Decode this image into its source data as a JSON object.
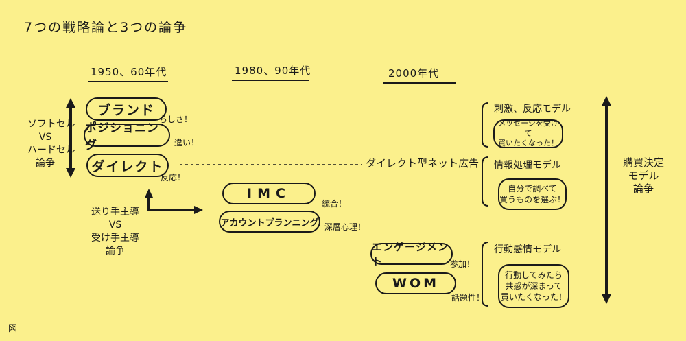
{
  "title": "7つの戦略論と3つの論争",
  "figure_label": "図",
  "eras": [
    "1950、60年代",
    "1980、90年代",
    "2000年代"
  ],
  "left_axis_label": [
    "ソフトセル",
    "VS",
    "ハードセル",
    "論争"
  ],
  "left_lower_label": [
    "送り手主導",
    "VS",
    "受け手主導",
    "論争"
  ],
  "right_axis_label": [
    "購買決定",
    "モデル",
    "論争"
  ],
  "pills": {
    "brand": "ブランド",
    "positioning": "ポジショニング",
    "direct": "ダイレクト",
    "imc": "IMC",
    "account_planning": "アカウントプランニング",
    "engagement": "エンゲージメント",
    "wom": "WOM"
  },
  "notes": {
    "brand": "らしさ！",
    "positioning": "違い！",
    "direct": "反応！",
    "imc": "統合！",
    "account_planning": "深層心理！",
    "engagement": "参加！",
    "wom": "話題性！"
  },
  "direct_net_ad": "ダイレクト型ネット広告",
  "models": {
    "stimulus": "刺激、反応モデル",
    "info": "情報処理モデル",
    "behavior": "行動感情モデル"
  },
  "bubbles": {
    "stimulus": [
      "メッセージを受けて",
      "買いたくなった！"
    ],
    "info": [
      "自分で調べて",
      "買うものを選ぶ！"
    ],
    "behavior": [
      "行動してみたら",
      "共感が深まって",
      "買いたくなった！"
    ]
  }
}
